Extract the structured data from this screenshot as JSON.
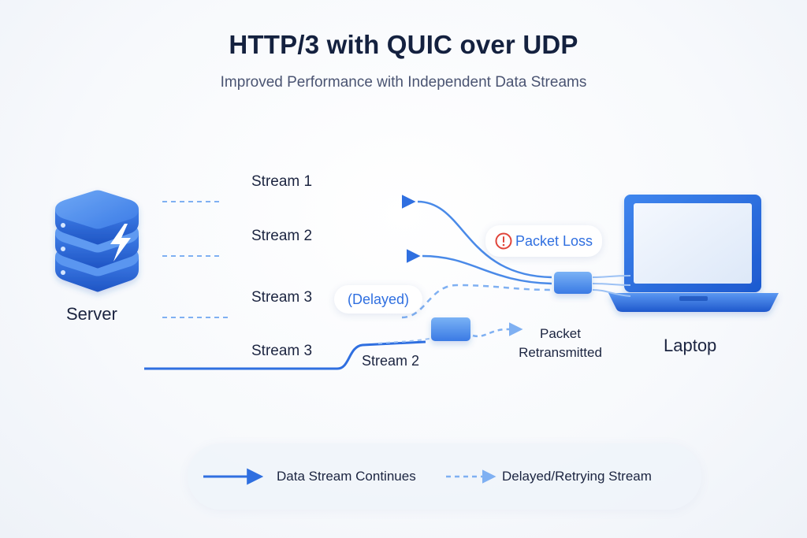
{
  "title": "HTTP/3 with QUIC over UDP",
  "subtitle": "Improved Performance with Independent Data Streams",
  "nodes": {
    "server": "Server",
    "laptop": "Laptop"
  },
  "streams": {
    "stream1": "Stream 1",
    "stream2": "Stream 2",
    "stream3_delayed": "Stream 3",
    "stream3": "Stream 3",
    "stream2_lower": "Stream 2"
  },
  "annotations": {
    "delayed": "(Delayed)",
    "packet_loss": "Packet Loss",
    "packet_retransmitted_line1": "Packet",
    "packet_retransmitted_line2": "Retransmitted"
  },
  "legend": {
    "solid": "Data Stream Continues",
    "dashed": "Delayed/Retrying Stream"
  },
  "colors": {
    "accent": "#2f6fe0",
    "accent_light": "#7fb0f2",
    "warning": "#e0453a",
    "title": "#14213f"
  },
  "icons": {
    "server": "server-stack-lightning-icon",
    "laptop": "laptop-icon",
    "warning": "warning-triangle-icon"
  }
}
